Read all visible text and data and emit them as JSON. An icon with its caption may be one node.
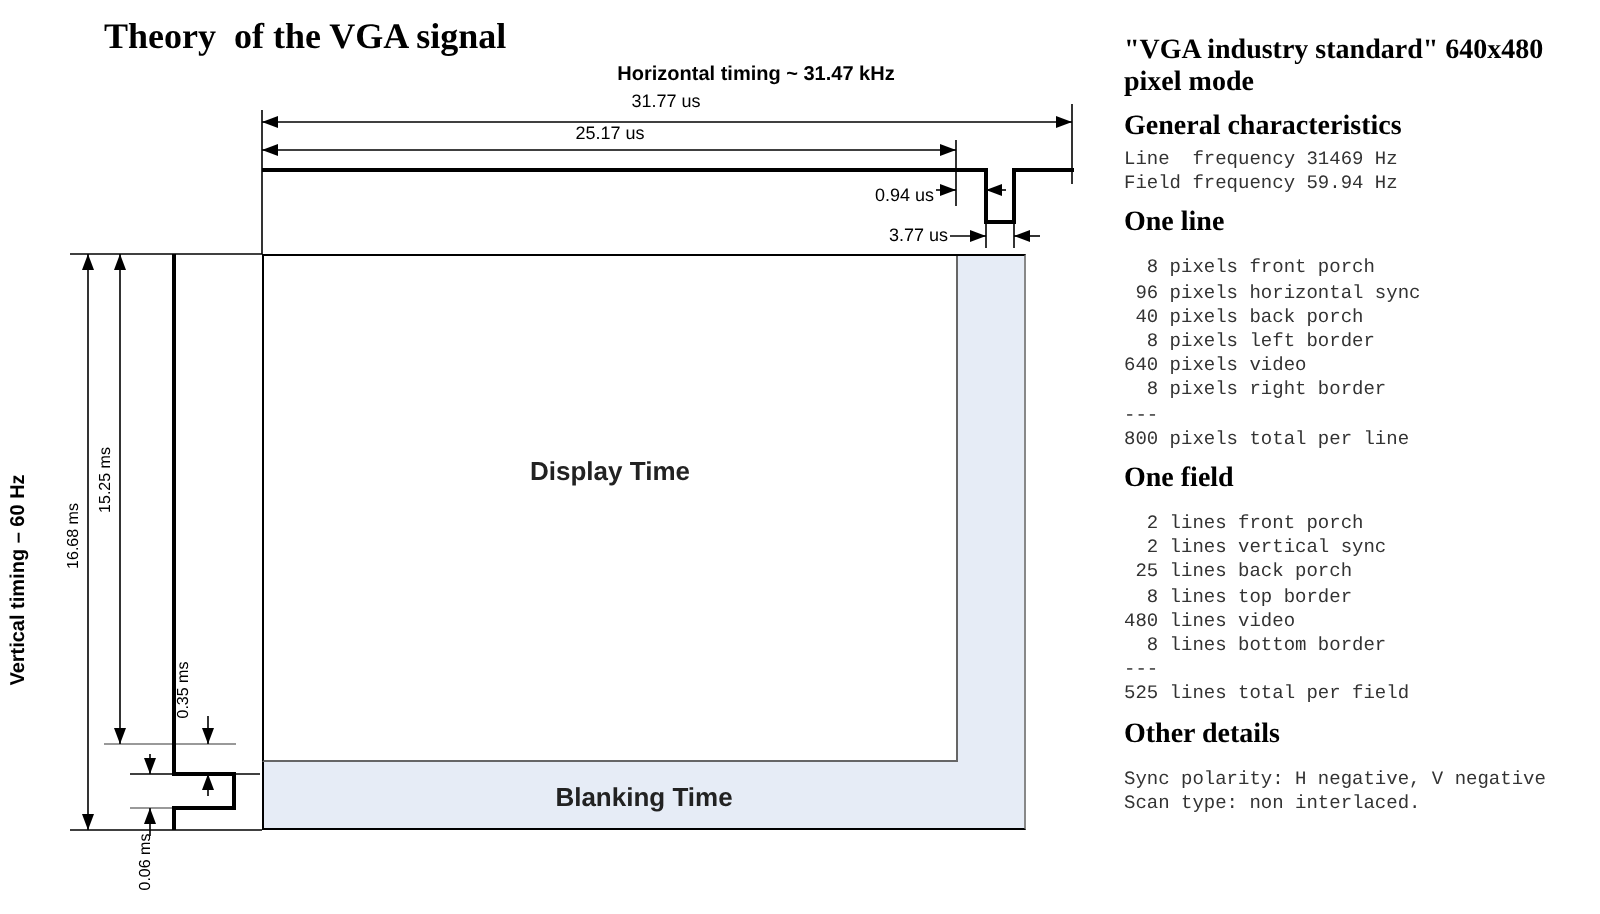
{
  "diagram": {
    "title": "Theory  of the VGA signal",
    "nodes": [
      {
        "text": [
          "Blanking Time"
        ]
      },
      {
        "text": [
          "Display Time"
        ],
        "in": 0
      }
    ],
    "edges": [],
    "labels": [
      "Horizontal timing ~ 31.47 kHz",
      "31.77 us",
      "25.17 us",
      "0.94 us",
      "3.77 us",
      "Vertical timing – 60 Hz",
      "16.68 ms",
      "15.25 ms",
      "0.35 ms",
      "0.06 ms",
      "\"VGA industry standard\" 640x480 pixel mode",
      "General characteristics",
      "Line  frequency 31469 Hz",
      "Field frequency 59.94 Hz",
      "One line",
      "  8 pixels front porch",
      " 96 pixels horizontal sync",
      " 40 pixels back porch",
      "  8 pixels left border",
      "640 pixels video",
      "  8 pixels right border",
      "---",
      "800 pixels total per line",
      "One field",
      "  2 lines front porch",
      "  2 lines vertical sync",
      " 25 lines back porch",
      "  8 lines top border",
      "480 lines video",
      "  8 lines bottom border",
      "---",
      "525 lines total per field",
      "Other details",
      "Sync polarity: H negative, V negative",
      "Scan type: non interlaced."
    ]
  }
}
